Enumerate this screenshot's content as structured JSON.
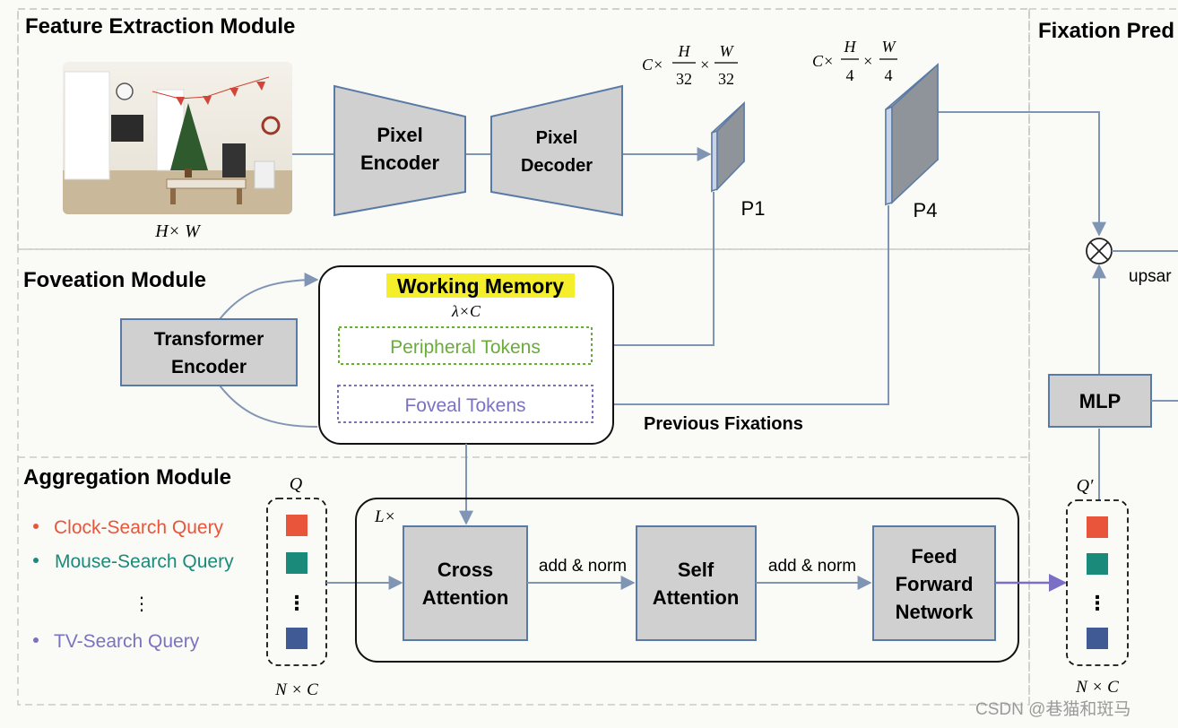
{
  "modules": {
    "feature": "Feature Extraction Module",
    "foveation": "Foveation Module",
    "aggregation": "Aggregation Module",
    "fixation": "Fixation Pred"
  },
  "feature": {
    "input_dim_label": "H× W",
    "pixel_encoder": [
      "Pixel",
      "Encoder"
    ],
    "pixel_decoder": [
      "Pixel",
      "Decoder"
    ],
    "p1_label": "P1",
    "p4_label": "P4",
    "p1_dim": {
      "c": "C×",
      "num": "H",
      "den": "32",
      "times": "×",
      "num2": "W",
      "den2": "32"
    },
    "p4_dim": {
      "c": "C×",
      "num": "H",
      "den": "4",
      "times": "×",
      "num2": "W",
      "den2": "4"
    }
  },
  "foveation": {
    "transformer_encoder": [
      "Transformer",
      "Encoder"
    ],
    "working_memory": "Working Memory",
    "memory_dim": "λ×C",
    "peripheral_tokens": "Peripheral Tokens",
    "foveal_tokens": "Foveal Tokens",
    "previous_fixations": "Previous Fixations"
  },
  "aggregation": {
    "queries": [
      {
        "text": "Clock-Search Query",
        "color": "#e8553a"
      },
      {
        "text": "Mouse-Search Query",
        "color": "#1a8a7a"
      },
      {
        "text": "TV-Search Query",
        "color": "#7a72c0"
      }
    ],
    "ellipsis": "⋮",
    "q_label": "Q",
    "q_dim": "N × C",
    "layers_label": "L×",
    "cross_attention": [
      "Cross",
      "Attention"
    ],
    "self_attention": [
      "Self",
      "Attention"
    ],
    "ffn": [
      "Feed",
      "Forward",
      "Network"
    ],
    "add_norm_1": "add & norm",
    "add_norm_2": "add & norm"
  },
  "fixation": {
    "upsample": "upsar",
    "mlp": "MLP",
    "q_prime": "Q′",
    "q_prime_dim": "N × C",
    "multiply_icon": "circled-times-icon"
  },
  "token_colors": [
    "#e8553a",
    "#1a8a7a",
    "#3f5a94"
  ],
  "watermark": "CSDN @巷猫和斑马"
}
